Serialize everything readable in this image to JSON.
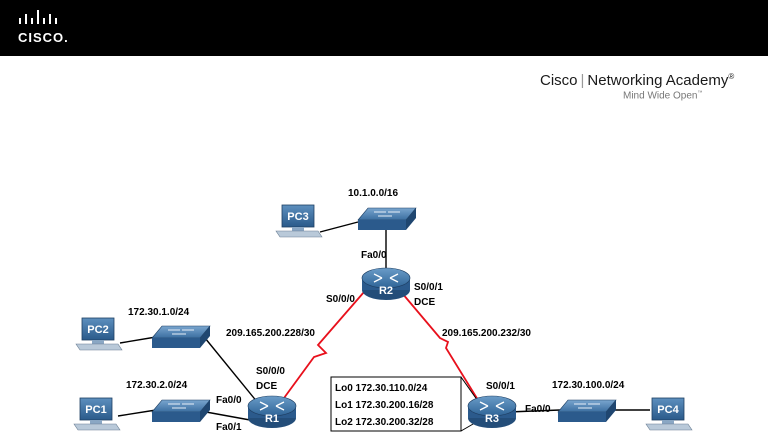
{
  "brand": {
    "logo_text": "CISCO.",
    "academy_name_left": "Cisco",
    "academy_name_right": "Networking Academy",
    "academy_reg": "®",
    "tagline": "Mind Wide Open",
    "tagline_tm": "™",
    "banner_color": "#000000"
  },
  "colors": {
    "serial_link": "#e8101c",
    "ethernet_link": "#000000",
    "device_blue": "#2b5a8c"
  },
  "devices": {
    "pc1": "PC1",
    "pc2": "PC2",
    "pc3": "PC3",
    "pc4": "PC4",
    "r1": "R1",
    "r2": "R2",
    "r3": "R3"
  },
  "networks": {
    "pc3_lan": "10.1.0.0/16",
    "pc2_lan": "172.30.1.0/24",
    "pc1_lan": "172.30.2.0/24",
    "pc4_lan": "172.30.100.0/24",
    "r1_r2_serial": "209.165.200.228/30",
    "r2_r3_serial": "209.165.200.232/30"
  },
  "interfaces": {
    "r2_fa00": "Fa0/0",
    "r2_s000": "S0/0/0",
    "r2_s001": "S0/0/1",
    "r2_dce": "DCE",
    "r1_s000": "S0/0/0",
    "r1_dce": "DCE",
    "r1_fa00": "Fa0/0",
    "r1_fa01": "Fa0/1",
    "r3_s001": "S0/0/1",
    "r3_fa00": "Fa0/0"
  },
  "loopbacks": [
    "Lo0 172.30.110.0/24",
    "Lo1 172.30.200.16/28",
    "Lo2 172.30.200.32/28"
  ]
}
